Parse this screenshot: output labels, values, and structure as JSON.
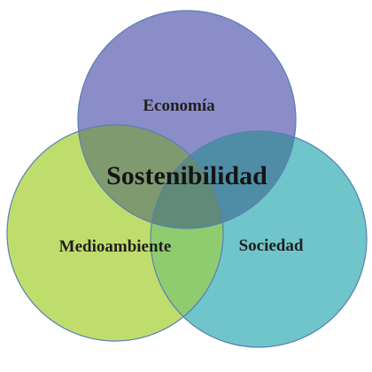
{
  "diagram": {
    "center_label": "Sostenibilidad",
    "sets": [
      {
        "id": "economia",
        "label": "Economía",
        "color": "#8b8dc9"
      },
      {
        "id": "medioambiente",
        "label": "Medioambiente",
        "color": "#bfdd6c"
      },
      {
        "id": "sociedad",
        "label": "Sociedad",
        "color": "#6fc5c9"
      }
    ],
    "overlap_colors": {
      "economia_medioambiente": "#7f9a6e",
      "economia_sociedad": "#4f8da6",
      "medioambiente_sociedad": "#8fcc70",
      "all_three": "#5f8b78"
    },
    "outline_color": "#5a7fb3"
  }
}
